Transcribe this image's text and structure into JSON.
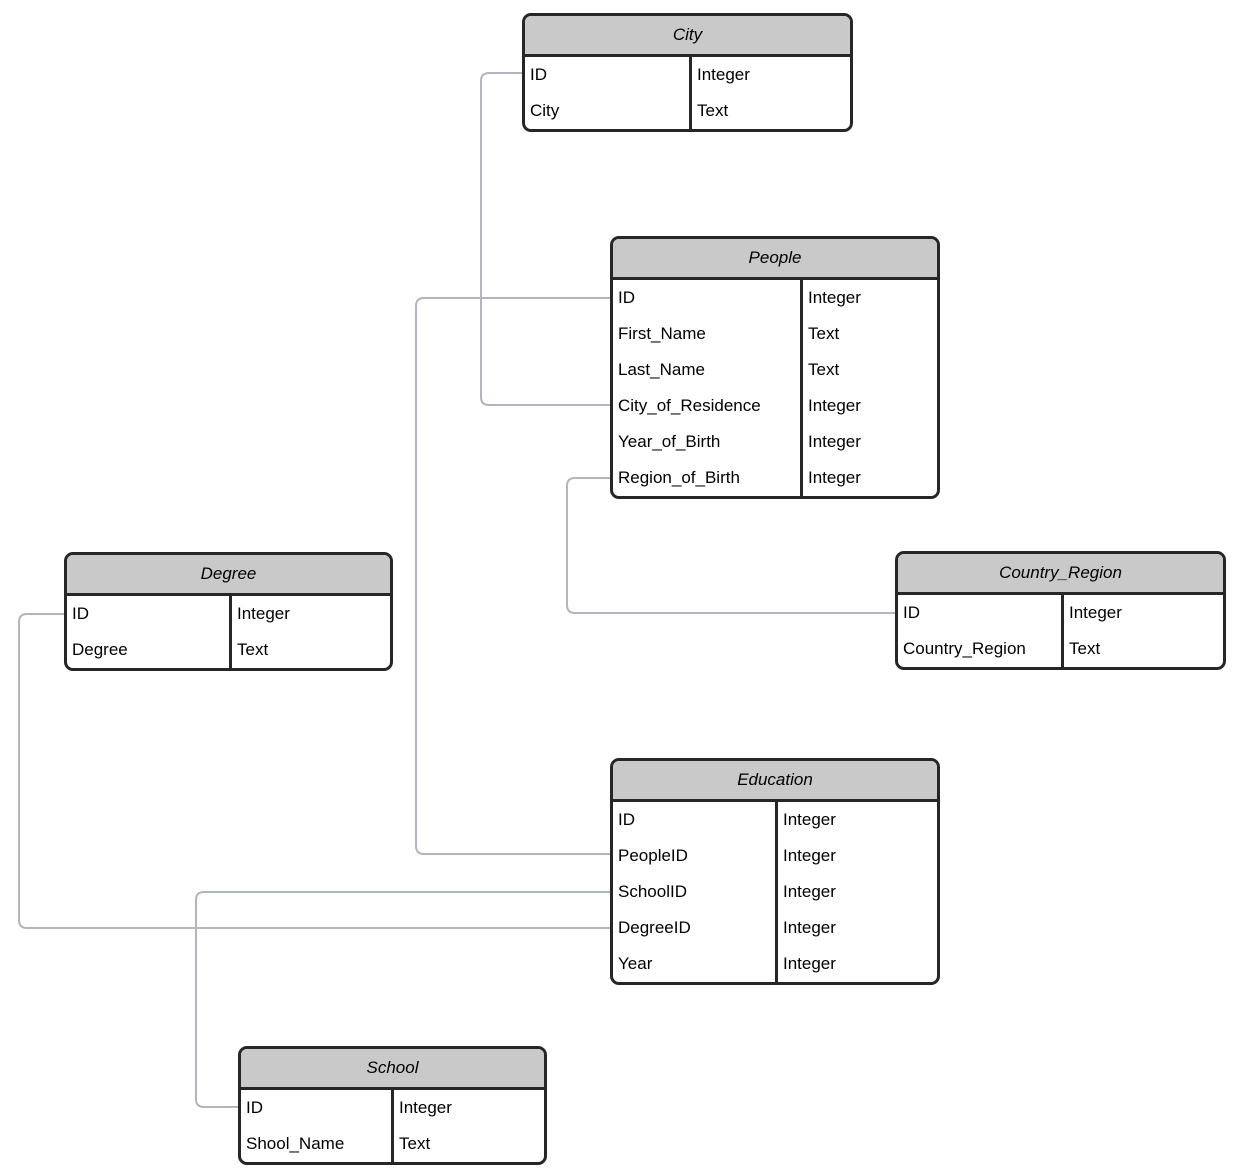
{
  "diagram": {
    "background_color": "#ffffff",
    "header_fill_color": "#c9c9c9",
    "border_color": "#262626",
    "connector_color": "#b0b5bf",
    "tables": [
      {
        "title": "City",
        "fields": [
          {
            "name": "ID",
            "type": "Integer"
          },
          {
            "name": "City",
            "type": "Text"
          }
        ]
      },
      {
        "title": "People",
        "fields": [
          {
            "name": "ID",
            "type": "Integer"
          },
          {
            "name": "First_Name",
            "type": "Text"
          },
          {
            "name": "Last_Name",
            "type": "Text"
          },
          {
            "name": "City_of_Residence",
            "type": "Integer"
          },
          {
            "name": "Year_of_Birth",
            "type": "Integer"
          },
          {
            "name": "Region_of_Birth",
            "type": "Integer"
          }
        ]
      },
      {
        "title": "Country_Region",
        "fields": [
          {
            "name": "ID",
            "type": "Integer"
          },
          {
            "name": "Country_Region",
            "type": "Text"
          }
        ]
      },
      {
        "title": "Degree",
        "fields": [
          {
            "name": "ID",
            "type": "Integer"
          },
          {
            "name": "Degree",
            "type": "Text"
          }
        ]
      },
      {
        "title": "Education",
        "fields": [
          {
            "name": "ID",
            "type": "Integer"
          },
          {
            "name": "PeopleID",
            "type": "Integer"
          },
          {
            "name": "SchoolID",
            "type": "Integer"
          },
          {
            "name": "DegreeID",
            "type": "Integer"
          },
          {
            "name": "Year",
            "type": "Integer"
          }
        ]
      },
      {
        "title": "School",
        "fields": [
          {
            "name": "ID",
            "type": "Integer"
          },
          {
            "name": "Shool_Name",
            "type": "Text"
          }
        ]
      }
    ],
    "relationships": [
      {
        "from": "City.ID",
        "to": "People.City_of_Residence"
      },
      {
        "from": "People.ID",
        "to": "Education.PeopleID"
      },
      {
        "from": "People.Region_of_Birth",
        "to": "Country_Region.ID"
      },
      {
        "from": "Degree.ID",
        "to": "Education.DegreeID"
      },
      {
        "from": "Education.SchoolID",
        "to": "School.ID"
      }
    ]
  }
}
